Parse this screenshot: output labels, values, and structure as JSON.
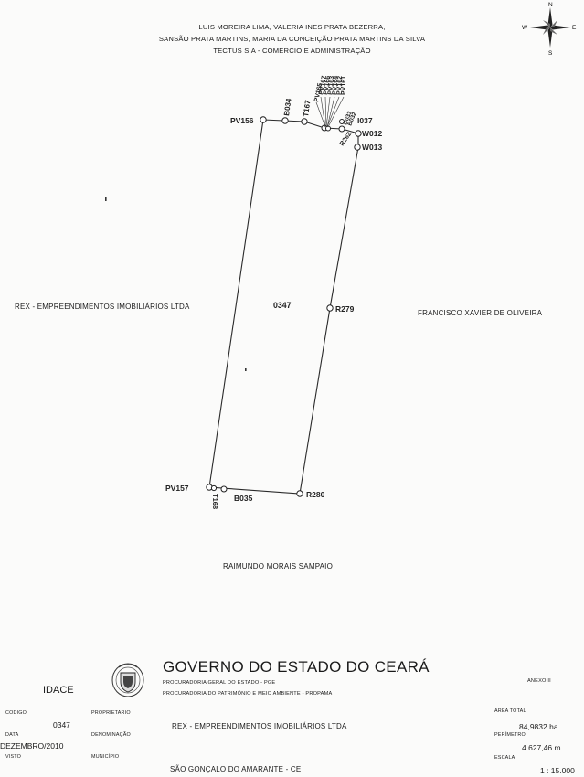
{
  "neighbors": {
    "top": [
      "LUIS MOREIRA LIMA, VALERIA INES PRATA BEZERRA,",
      "SANSÃO PRATA MARTINS, MARIA DA CONCEIÇÃO PRATA MARTINS DA SILVA",
      "TECTUS S.A - COMERCIO E ADMINISTRAÇÃO"
    ],
    "left": "REX - EMPREENDIMENTOS IMOBILIÁRIOS LTDA",
    "right": "FRANCISCO XAVIER DE OLIVEIRA",
    "bottom": "RAIMUNDO MORAIS SAMPAIO"
  },
  "compass": {
    "n": "N",
    "s": "S",
    "e": "E",
    "w": "W"
  },
  "parcel": {
    "id": "0347"
  },
  "vertices": {
    "pv156": "PV156",
    "b034": "B034",
    "t167": "T167",
    "stacked": [
      "PV165",
      "PV167",
      "PV166",
      "PV163",
      "PV164",
      "PV162",
      "PV161"
    ],
    "near_right": [
      "B033",
      "B032"
    ],
    "i037": "I037",
    "w012": "W012",
    "w013": "W013",
    "r262": "R262",
    "r279": "R279",
    "r280": "R280",
    "pv157": "PV157",
    "b035": "B035",
    "t168": "T168"
  },
  "title_block": {
    "government": "GOVERNO DO ESTADO DO CEARÁ",
    "line1": "PROCURADORIA GERAL DO ESTADO - PGE",
    "line2": "PROCURADORIA DO PATRIMÔNIO E MEIO AMBIENTE - PROPAMA",
    "agency": "IDACE",
    "annex": "ANEXO II",
    "codigo_label": "CODIGO",
    "codigo": "0347",
    "data_label": "DATA",
    "data": "DEZEMBRO/2010",
    "visto_label": "VISTO",
    "proprietario_label": "PROPRIETARIO",
    "proprietario": "REX - EMPREENDIMENTOS IMOBILIÁRIOS LTDA",
    "denominacao_label": "DENOMINAÇÃO",
    "municipio_label": "MUNICÍPIO",
    "municipio": "SÃO GONÇALO DO AMARANTE - CE",
    "area_label": "AREA TOTAL",
    "area": "84,9832 ha",
    "perimetro_label": "PERÍMETRO",
    "perimetro": "4.627,46 m",
    "escala_label": "ESCALA",
    "escala": "1 : 15.000"
  }
}
